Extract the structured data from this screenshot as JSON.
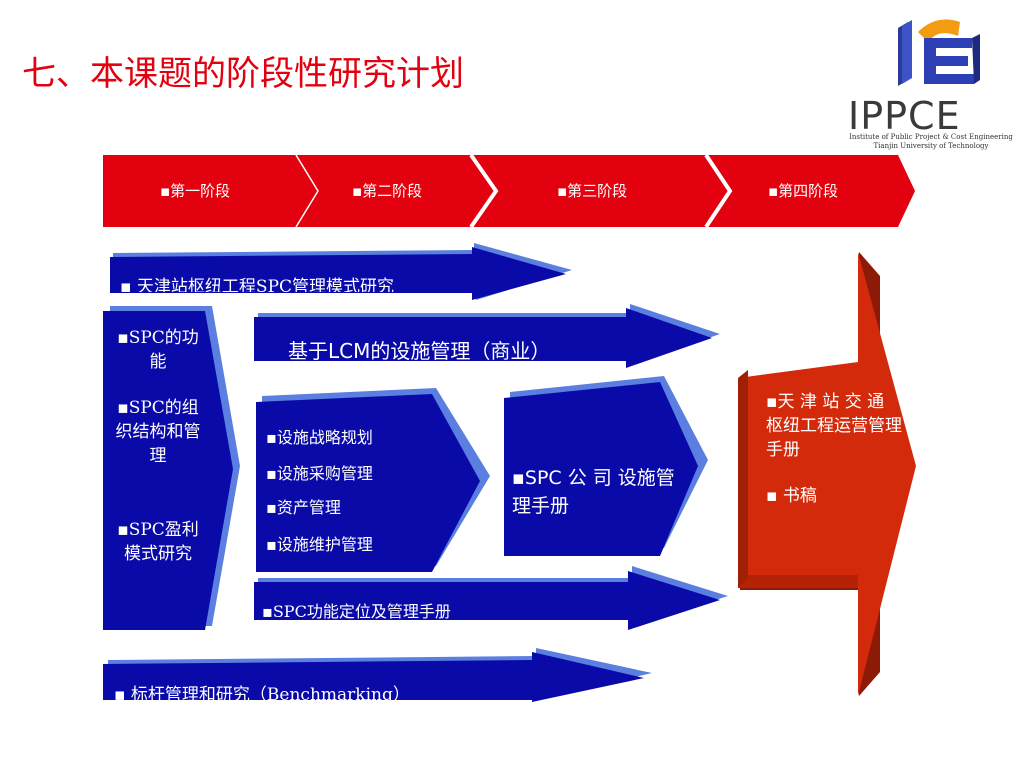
{
  "title": "七、本课题的阶段性研究计划",
  "logo": {
    "name": "IPPCE",
    "subtitle_line1": "Institute of Public Project & Cost Engineering",
    "subtitle_line2": "Tianjin University of Technology"
  },
  "stages": [
    "▪第一阶段",
    "▪第二阶段",
    "▪第三阶段",
    "▪第四阶段"
  ],
  "arrows": {
    "top": "▪ 天津站枢纽工程SPC管理模式研究",
    "lcm": "基于LCM的设施管理（商业）",
    "spc_positioning": "▪SPC功能定位及管理手册",
    "benchmark": "▪ 标杆管理和研究（Benchmarking）"
  },
  "left_column": [
    "▪SPC的功能",
    "▪SPC的组织结构和管理",
    "▪SPC盈利模式研究"
  ],
  "facility_list": [
    "▪设施战略规划",
    "▪设施采购管理",
    "▪资产管理",
    "▪设施维护管理"
  ],
  "spc_manual": "▪SPC 公 司 设施管理手册",
  "final_box": {
    "line1": "▪天 津 站 交 通 枢纽工程运营管理手册",
    "line2": "▪ 书稿"
  },
  "colors": {
    "title": "#e3000f",
    "stage_red": "#e3000f",
    "blue": "#0a0aa8",
    "blue_edge": "#5b7fe0",
    "final_red": "#d42a0c"
  }
}
